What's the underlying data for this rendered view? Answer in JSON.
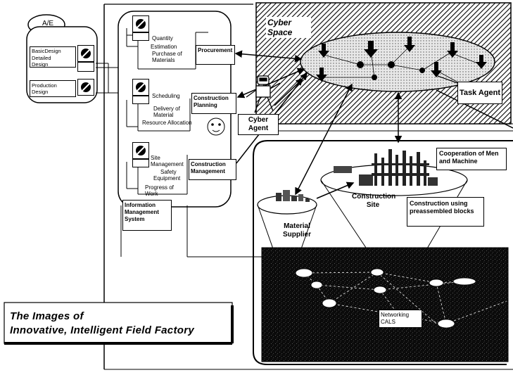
{
  "cyberspace_label": "Cyber Space",
  "task_agent": "Task Agent",
  "cyber_agent": "Cyber Agent",
  "ae_label": "A/E",
  "design": {
    "basic_design": "BasicDesign",
    "detailed_design": "Detailed Design",
    "production_design": "Production Design"
  },
  "panel": {
    "quantity": "Quantity",
    "estimation": "Estimation",
    "purchase": "Purchase of Materials",
    "procurement": "Procurement",
    "scheduling": "Scheduling",
    "delivery": "Delivery of Material",
    "resource": "Resource Allocation",
    "construction_planning": "Construction Planning",
    "site_management": "Site Management",
    "safety": "Safety",
    "equipment": "Equipment",
    "progress": "Progress of Work",
    "construction_management": "Construction Management",
    "ims": "Information Management System"
  },
  "site": {
    "material_supplier": "Material Supplier",
    "construction_site": "Construction Site",
    "cooperation": "Cooperation of Men and Machine",
    "preassembled": "Construction using preassembled blocks"
  },
  "network": {
    "networking": "Networking CALS"
  },
  "caption": {
    "line1": "The Images of",
    "line2": "Innovative, Intelligent Field Factory"
  }
}
